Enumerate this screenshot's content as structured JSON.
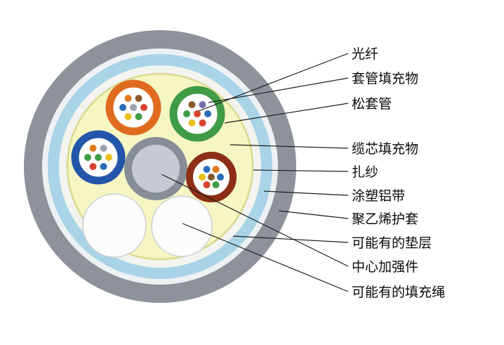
{
  "diagram": {
    "type": "fiber-optic-cable-cross-section",
    "labels": [
      {
        "text": "光纤"
      },
      {
        "text": "套管填充物"
      },
      {
        "text": "松套管"
      },
      {
        "text": "缆芯填充物"
      },
      {
        "text": "扎纱"
      },
      {
        "text": "涂塑铝带"
      },
      {
        "text": "聚乙烯护套"
      },
      {
        "text": "可能有的垫层"
      },
      {
        "text": "中心加强件"
      },
      {
        "text": "可能有的填充绳"
      }
    ]
  },
  "colors": {
    "sheath_gray": "#8d929b",
    "gap_ring_white": "#eef1f3",
    "aluminum_tape_blue": "#a9d4e8",
    "cushion_white": "#f3f4ef",
    "core_filler_yellow": "#f6f6c3",
    "binding_yarn": "#d9d98f",
    "strength_member_outer": "#878e97",
    "strength_member_inner": "#c7cbd1",
    "tube_orange": "#e06b1f",
    "tube_green": "#3f9c45",
    "tube_blue": "#2356a8",
    "tube_brown": "#8d2f16",
    "filler_rope_white": "#fcfcfc",
    "leader_line": "#1c1c1c",
    "fiber_dot_palette": [
      "#2b6cb8",
      "#d8432f",
      "#3f9c45",
      "#e8c01f",
      "#e07a1f",
      "#8a5a2b",
      "#9aa2ad",
      "#7b6bb0"
    ]
  }
}
